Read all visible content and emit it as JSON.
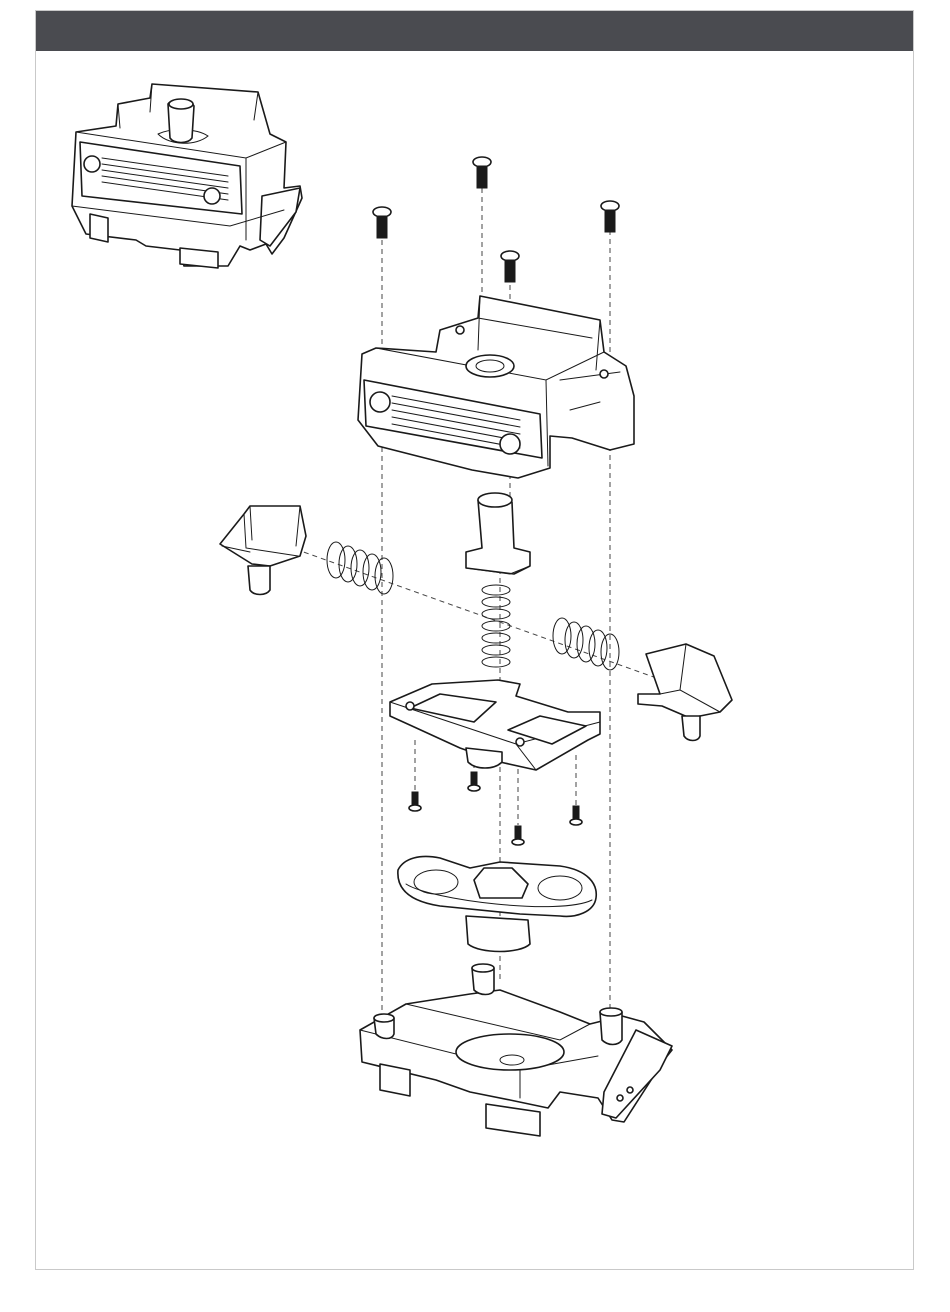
{
  "header": {
    "title": "",
    "color": "#4a4b50"
  },
  "frame": {
    "border_color": "#c9c9c9"
  },
  "diagram": {
    "type": "exploded-assembly-view",
    "line_color": "#1a1a1a",
    "parts": [
      "assembled-switch",
      "top-screws",
      "top-housing",
      "stem",
      "center-spring",
      "left-slider",
      "right-slider",
      "left-spring",
      "right-spring",
      "middle-plate",
      "bottom-screws",
      "rotary-cam",
      "base-housing"
    ]
  }
}
